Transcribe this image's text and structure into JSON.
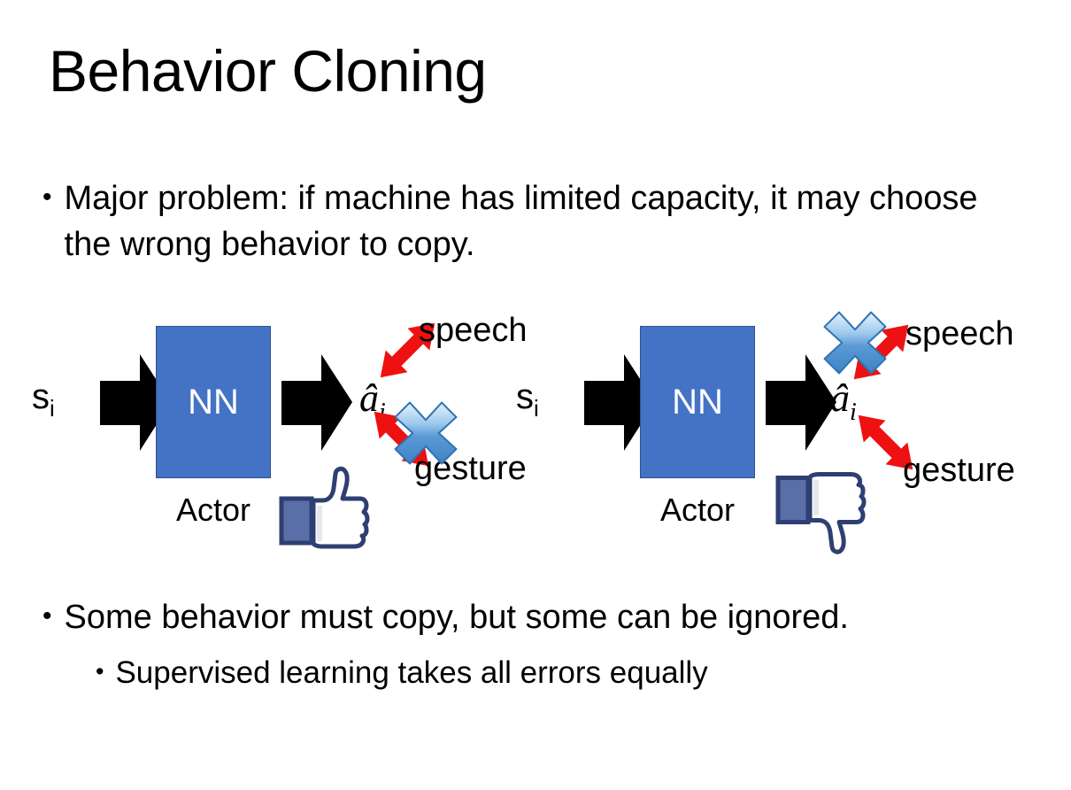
{
  "slide": {
    "title": "Behavior Cloning",
    "background_color": "#ffffff"
  },
  "bullets": {
    "top": {
      "marker": "•",
      "text": "Major problem: if machine has limited capacity, it may choose the wrong behavior to copy."
    },
    "bottom_level1": {
      "marker": "•",
      "text": "Some behavior must copy, but some can be ignored."
    },
    "bottom_level2": {
      "marker": "•",
      "text": "Supervised learning takes all errors equally"
    }
  },
  "colors": {
    "nn_box_fill": "#4472C4",
    "nn_box_border": "#2F528F",
    "red_arrow": "#EE1111",
    "cross_blue_light": "#CFE4F7",
    "cross_blue_mid": "#5B9BD5",
    "cross_blue_dark": "#2E74B5",
    "hand_outline": "#3B5998",
    "hand_fill": "#FFFFFF",
    "hand_cuff": "#5A6EA8",
    "black": "#000000"
  },
  "diagrams": [
    {
      "id": "left",
      "state_label": "s",
      "state_subscript": "i",
      "nn_label": "NN",
      "actor_label": "Actor",
      "action_label": "â",
      "action_subscript": "i",
      "branch_up_label": "speech",
      "branch_down_label": "gesture",
      "crossed_branch": "gesture",
      "feedback_icon": "thumbs-up-icon"
    },
    {
      "id": "right",
      "state_label": "s",
      "state_subscript": "i",
      "nn_label": "NN",
      "actor_label": "Actor",
      "action_label": "â",
      "action_subscript": "i",
      "branch_up_label": "speech",
      "branch_down_label": "gesture",
      "crossed_branch": "speech",
      "feedback_icon": "thumbs-down-icon"
    }
  ]
}
